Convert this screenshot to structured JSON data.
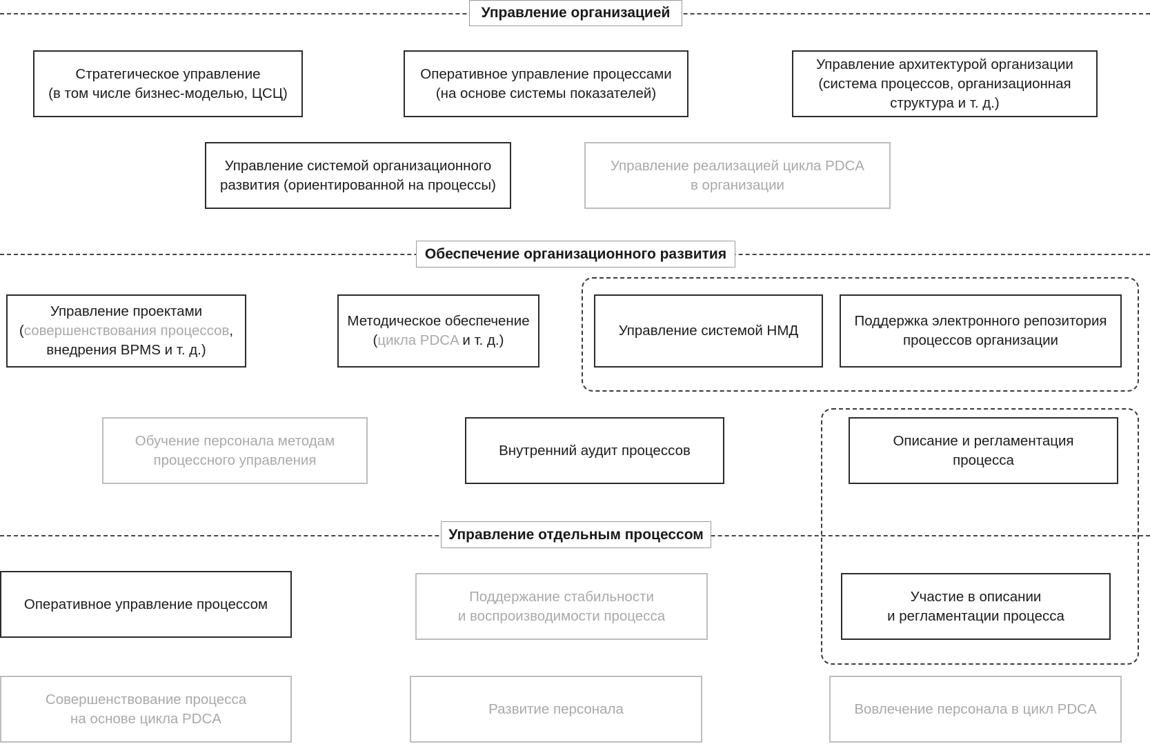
{
  "sections": {
    "org": "Управление организацией",
    "dev": "Обеспечение организационного развития",
    "process": "Управление отдельным процессом"
  },
  "boxes": {
    "strategic": "Стратегическое управление\n(в том числе бизнес-моделью, ЦСЦ)",
    "operative_processes": "Оперативное управление процессами\n(на основе системы показателей)",
    "architecture": "Управление архитектурой организации\n(система процессов, организационная\nструктура и т. д.)",
    "org_dev_system": "Управление системой организационного\nразвития (ориентированной на процессы)",
    "pdca_org": "Управление реализацией цикла PDCA\nв организации",
    "projects": {
      "line1": "Управление проектами",
      "open_paren": "(",
      "highlight": "совершенствования процессов",
      "comma": ",",
      "line3": "внедрения BPMS и т. д.)"
    },
    "methodical": {
      "line1": "Методическое обеспечение",
      "open_paren": "(",
      "highlight": "цикла PDCA",
      "rest": " и т. д.)"
    },
    "nmd": "Управление системой НМД",
    "repository": "Поддержка электронного репозитория\nпроцессов организации",
    "training": "Обучение персонала методам\nпроцессного управления",
    "audit": "Внутренний аудит процессов",
    "description": "Описание и регламентация\nпроцесса",
    "operative_process": "Оперативное управление процессом",
    "stability": "Поддержание стабильности\nи воспроизводимости процесса",
    "participation": "Участие в описании\nи регламентации процесса",
    "improvement": "Совершенствование процесса\nна основе цикла PDCA",
    "staff_dev": "Развитие персонала",
    "involvement": "Вовлечение персонала в цикл PDCA"
  },
  "colors": {
    "dark_border": "#2b2b2b",
    "light_border": "#bdbdbd",
    "light_text": "#a9a9a9",
    "dashed": "#3a3a3a"
  }
}
